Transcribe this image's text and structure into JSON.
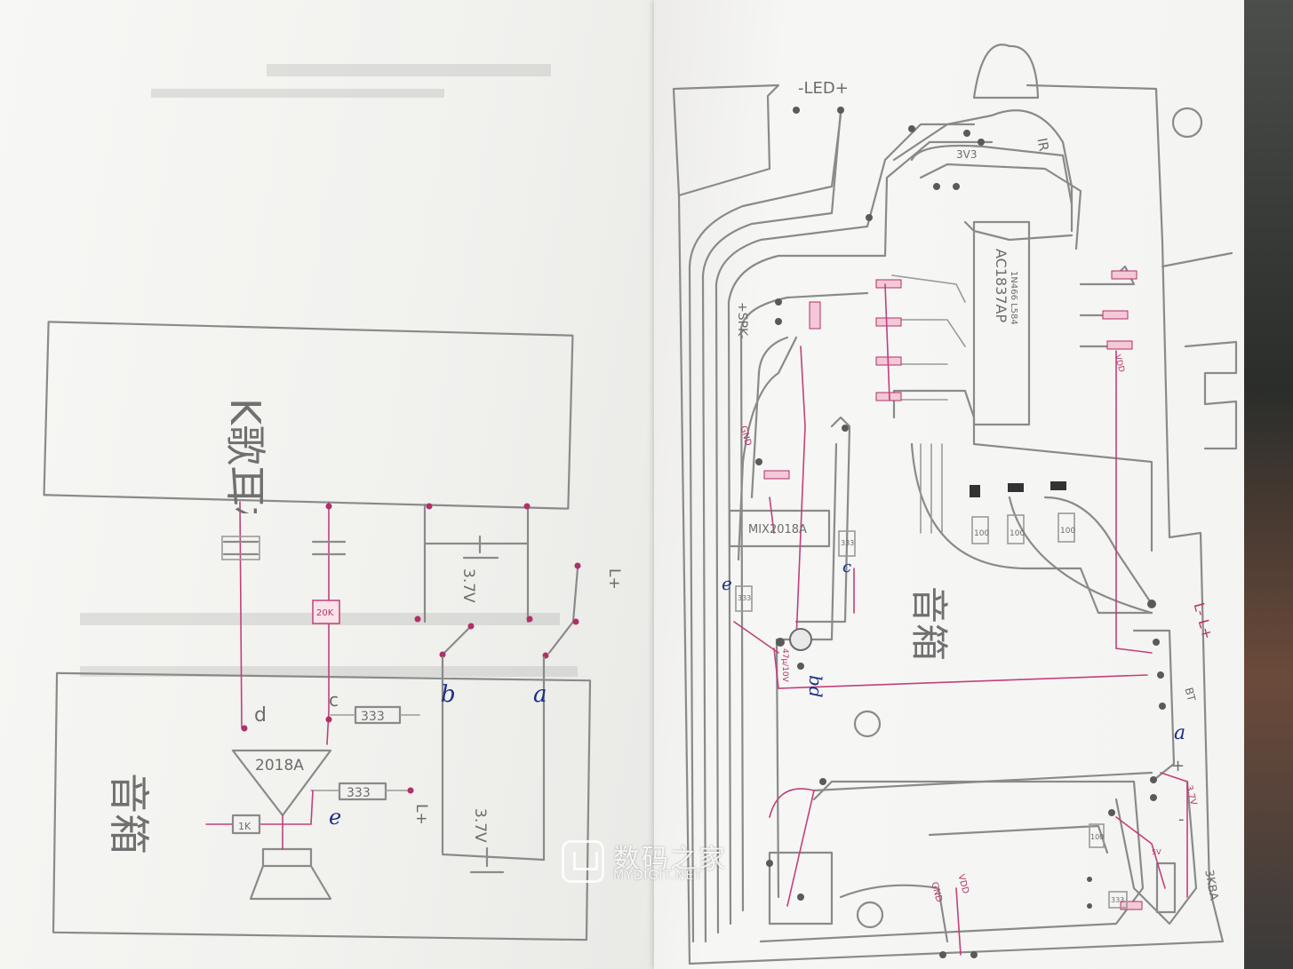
{
  "left_schematic": {
    "module_label": "K歌耳机",
    "amp_box_label": "音箱",
    "ic_label": "2018A",
    "resistor_20k": "20K",
    "resistor_1k": "1K",
    "resistor_333_top": "333",
    "resistor_333_bottom": "333",
    "battery_top": "3.7V",
    "battery_bottom": "3.7V",
    "terminal_l_plus_top": "L+",
    "terminal_l_plus_mid": "L+",
    "pin_a": "a",
    "pin_b": "b",
    "pin_c": "c",
    "pin_d": "d",
    "pin_e": "e"
  },
  "right_pcb": {
    "led_label": "-LED+",
    "ir_label": "IR",
    "v33_label": "3V3",
    "ic_main_label": "AC1837AP",
    "ic_main_sub": "1N466 L584",
    "spk_label": "+SPK-",
    "ic_amp_label": "MIX2018A",
    "resistor_100_1": "100",
    "resistor_100_2": "100",
    "resistor_100_3": "100",
    "resistor_100_4": "100",
    "res_333_a": "333",
    "res_333_b": "333",
    "res_333_c": "333",
    "pin_e": "e",
    "pin_c": "c",
    "pin_bd": "bd",
    "pin_a": "a",
    "cap_label": "47μ/10V",
    "box_label": "音箱",
    "gnd_1": "GND",
    "gnd_2": "GND",
    "vdd_label": "VDD",
    "vdd_label_2": "VDD",
    "bt_label": "BT",
    "l_minus_l_plus": "L- L+",
    "v37_label": "3.7V",
    "plus_sign": "+",
    "minus_sign": "-",
    "v5_label": "5V",
    "ic_small_label": "3KBA"
  },
  "watermark": {
    "title": "数码之家",
    "subtitle": "MYDIGIT.NET"
  }
}
